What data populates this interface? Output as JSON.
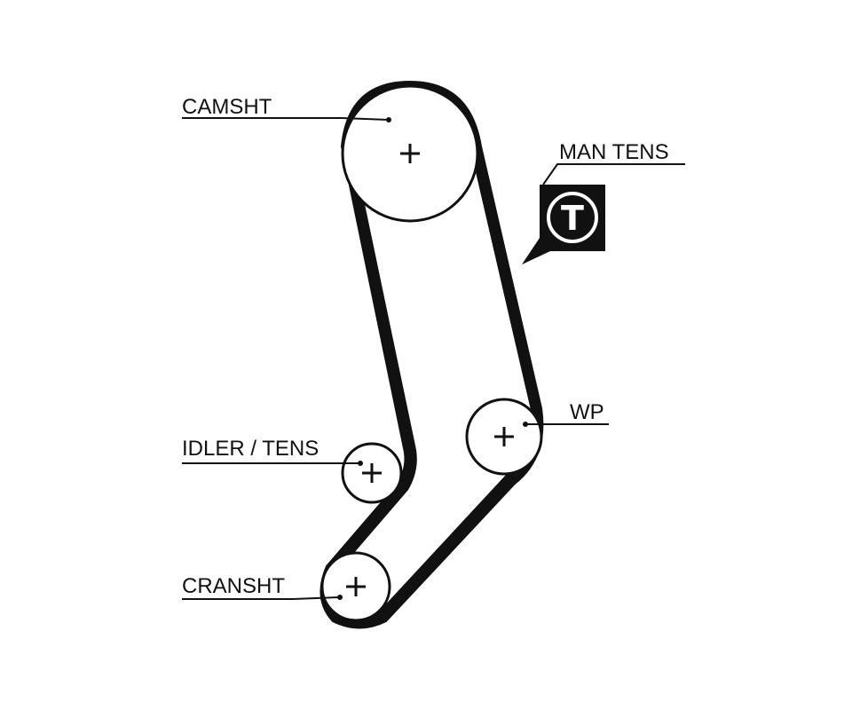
{
  "labels": {
    "camshaft": "CAMSHT",
    "manual_tensioner": "MAN TENS",
    "water_pump": "WP",
    "idler_tensioner": "IDLER / TENS",
    "crankshaft": "CRANSHT"
  },
  "tensioner_symbol": "T",
  "colors": {
    "line": "#111111",
    "background": "#ffffff"
  }
}
